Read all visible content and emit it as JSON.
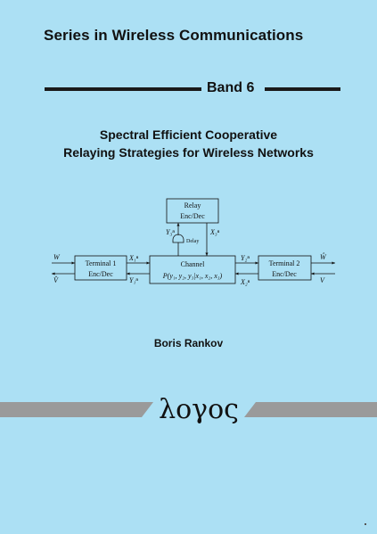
{
  "series_title": "Series in Wireless Communications",
  "band": "Band 6",
  "title_line1": "Spectral Efficient Cooperative",
  "title_line2": "Relaying Strategies for Wireless Networks",
  "diagram": {
    "relay_label": "Relay",
    "relay_sub": "Enc/Dec",
    "delay_label": "Delay",
    "terminal1_label": "Terminal 1",
    "terminal1_sub": "Enc/Dec",
    "terminal2_label": "Terminal 2",
    "terminal2_sub": "Enc/Dec",
    "channel_label": "Channel",
    "channel_formula": "P(y₁, y₂, y₃|x₁, x₂, x₃)",
    "w_in": "W",
    "v_out": "V̂",
    "w_out": "Ŵ",
    "v_in": "V",
    "x1": "X₁ⁿ",
    "y1": "Y₁ⁿ",
    "x2": "X₂ⁿ",
    "y2": "Y₂ⁿ",
    "x3": "X₃ⁿ",
    "y3": "Y₃ⁿ"
  },
  "author": "Boris Rankov",
  "publisher_logo": "λογος",
  "colors": {
    "background": "#ace0f4",
    "band_gray": "#9a9a9a",
    "rule": "#1a1a1a"
  }
}
